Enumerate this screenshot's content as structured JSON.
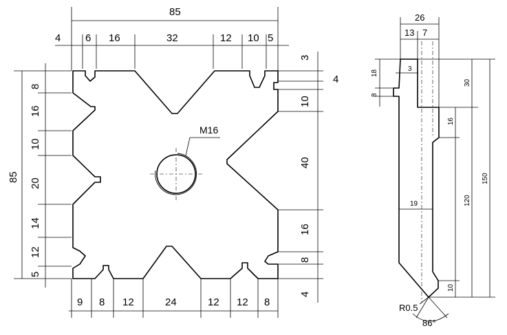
{
  "left_view": {
    "top_dims": [
      "85",
      "4",
      "6",
      "16",
      "32",
      "12",
      "10",
      "5"
    ],
    "left_dims": [
      "85",
      "8",
      "16",
      "10",
      "20",
      "14",
      "12",
      "5"
    ],
    "right_dims": [
      "3",
      "4",
      "10",
      "40",
      "16",
      "8",
      "4"
    ],
    "bottom_dims": [
      "9",
      "8",
      "12",
      "24",
      "12",
      "12",
      "8"
    ],
    "hole_label": "M16"
  },
  "right_view": {
    "top_dims": [
      "26",
      "13",
      "7"
    ],
    "left_dims": [
      "18",
      "3",
      "8"
    ],
    "right_dims": [
      "30",
      "16",
      "150",
      "120",
      "10"
    ],
    "width_dim": "19",
    "radius_label": "R0.5",
    "angle_label": "86°"
  }
}
